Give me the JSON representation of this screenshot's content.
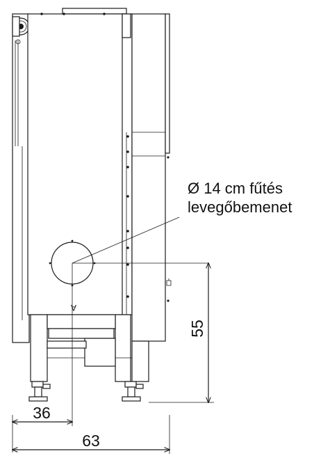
{
  "callout": {
    "line1": "Ø 14 cm fűtés",
    "line2": "levegőbemenet"
  },
  "dimensions": {
    "vertical": "55",
    "horizontal_inner": "36",
    "horizontal_outer": "63"
  },
  "marking": "A"
}
